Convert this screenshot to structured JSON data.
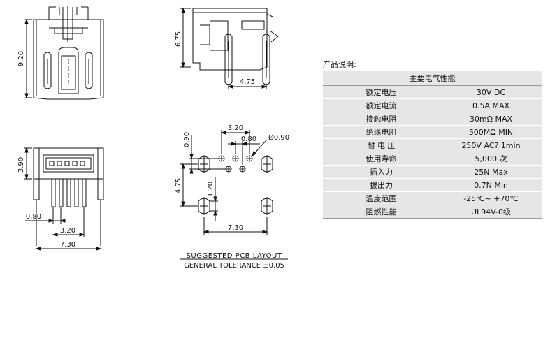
{
  "drawing": {
    "dims": {
      "front_height": "9.20",
      "side_height": "6.75",
      "side_width": "4.75",
      "bottom_height": "3.90",
      "bottom_pin_offset": "0.80",
      "bottom_pin_span": "3.20",
      "bottom_width": "7.30",
      "pcb_pin_span": "3.20",
      "pcb_pin_pitch": "0.80",
      "pcb_hole_dia": "Ø0.90",
      "pcb_row_offset": "0.90",
      "pcb_slot_spacing": "4.75",
      "pcb_slot_length": "1.20",
      "pcb_width": "7.30"
    },
    "notes": {
      "layout_title": "SUGGESTED PCB LAYOUT",
      "tolerance": "GENERAL TOLERANCE ±0.05"
    }
  },
  "spec": {
    "caption": "产品说明:",
    "header": "主要电气性能",
    "rows": [
      {
        "key": "额定电压",
        "value": "30V DC"
      },
      {
        "key": "额定电流",
        "value": "0.5A MAX"
      },
      {
        "key": "接触电阻",
        "value": "30mΩ  MAX"
      },
      {
        "key": "绝缘电阻",
        "value": "500MΩ  MIN"
      },
      {
        "key": "耐 电 压",
        "value": "250V AC? 1min"
      },
      {
        "key": "使用寿命",
        "value": "5,000 次"
      },
      {
        "key": "插入力",
        "value": "25N Max"
      },
      {
        "key": "拔出力",
        "value": "0.7N Min"
      },
      {
        "key": "温度范围",
        "value": "-25℃~ +70℃"
      },
      {
        "key": "阻燃性能",
        "value": "UL94V-0级"
      }
    ]
  }
}
